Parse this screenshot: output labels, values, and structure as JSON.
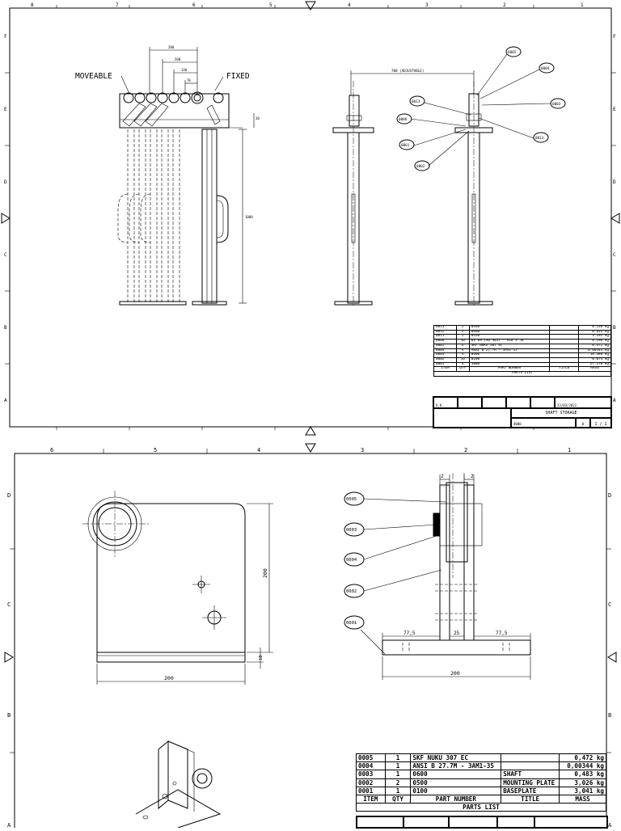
{
  "sheet1": {
    "border_numbers": [
      "8",
      "7",
      "6",
      "5",
      "4",
      "3",
      "2",
      "1"
    ],
    "border_letters": [
      "F",
      "E",
      "D",
      "C",
      "B",
      "A"
    ],
    "labels": {
      "moveable": "MOVEABLE",
      "fixed": "FIXED",
      "adjustable": "700 (ADJUSTABLE)",
      "dim_top": "280",
      "dim_2": "200",
      "dim_3": "140",
      "dim_4": "70",
      "height": "1000",
      "side_dim": "20"
    },
    "balloons": [
      "0005",
      "0004",
      "0013",
      "0003",
      "0006",
      "0013",
      "0001",
      "0002"
    ],
    "parts_list": {
      "header": [
        "ITEM",
        "QTY",
        "PART NUMBER",
        "TITLE",
        "MASS"
      ],
      "caption": "PARTS LIST",
      "rows": [
        [
          "0013",
          "2",
          "0440",
          "",
          "0.130 kg"
        ],
        [
          "0012",
          "2",
          "0460",
          "",
          "0.014 kg"
        ],
        [
          "0011",
          "2",
          "0430",
          "",
          "3.192 kg"
        ],
        [
          "0006",
          "16",
          "BS EN ISO 4017 - M20 x 50",
          "",
          "0.196 kg"
        ],
        [
          "0005",
          "4",
          "SKF NUKU 307 EC",
          "",
          "0.472 kg"
        ],
        [
          "0004",
          "4",
          "ANSI B 27.7M - 3AM1-35",
          "",
          "0.00344 kg"
        ],
        [
          "0003",
          "4",
          "0600",
          "",
          "10.480 kg"
        ],
        [
          "0002",
          "16",
          "0200",
          "",
          "0.074 kg"
        ],
        [
          "0001",
          "4",
          "1000",
          "",
          "27.270 kg"
        ]
      ]
    },
    "title_block": {
      "date": "23/03/2022",
      "designer": "D.K.",
      "title": "SHAFT STORAGE",
      "number": "4000",
      "edition": "0",
      "sheet": "1 / 1"
    }
  },
  "sheet2": {
    "border_numbers": [
      "6",
      "5",
      "4",
      "3",
      "2",
      "1"
    ],
    "border_letters": [
      "D",
      "C",
      "B",
      "A"
    ],
    "dims": {
      "width": "200",
      "height": "200",
      "thickness": "10",
      "top_left": "2",
      "top_right": "2",
      "left_flange": "77,5",
      "center_gap": "25",
      "right_flange": "77,5",
      "base_width": "200"
    },
    "balloons": [
      "0005",
      "0003",
      "0004",
      "0002",
      "0001"
    ],
    "parts_list": {
      "header": [
        "ITEM",
        "QTY",
        "PART NUMBER",
        "TITLE",
        "MASS"
      ],
      "caption": "PARTS LIST",
      "rows": [
        [
          "0005",
          "1",
          "SKF NUKU 307 EC",
          "",
          "0,472 kg"
        ],
        [
          "0004",
          "1",
          "ANSI B 27.7M - 3AM1-35",
          "",
          "0,00344 kg"
        ],
        [
          "0003",
          "1",
          "0600",
          "SHAFT",
          "0,483 kg"
        ],
        [
          "0002",
          "2",
          "0500",
          "MOUNTING PLATE",
          "3,026 kg"
        ],
        [
          "0001",
          "1",
          "0100",
          "BASEPLATE",
          "3,041 kg"
        ]
      ]
    }
  }
}
